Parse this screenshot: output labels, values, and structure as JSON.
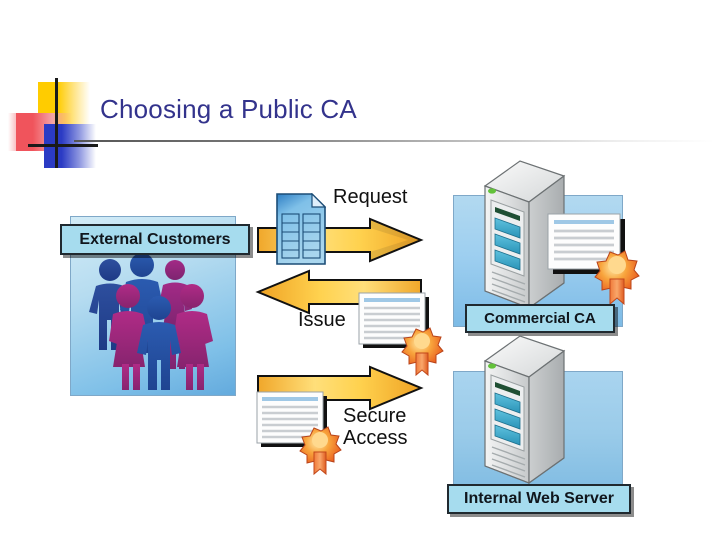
{
  "slide": {
    "title": "Choosing a Public CA",
    "background_color": "#ffffff",
    "title_color": "#33338c"
  },
  "logo": {
    "name": "decorative-logo",
    "colors": {
      "yellow": "#ffcc00",
      "red": "#f0545c",
      "blue": "#2b3bc4",
      "lines": "#1a1a1a"
    }
  },
  "diagram": {
    "nodes": [
      {
        "id": "external-customers",
        "label": "External Customers",
        "icon": "people-group-icon",
        "panel_color": "#b6dcf0",
        "plate_color": "#a6dcee"
      },
      {
        "id": "commercial-ca",
        "label": "Commercial CA",
        "icon": "server-tower-icon",
        "panel_color": "#9ecff0",
        "plate_color": "#a6dcee",
        "has_certificate": true
      },
      {
        "id": "internal-web-server",
        "label": "Internal Web Server",
        "icon": "server-tower-icon",
        "panel_color": "#9acbe9",
        "plate_color": "#a6dcee",
        "has_certificate": false
      }
    ],
    "flows": [
      {
        "id": "request",
        "label": "Request",
        "direction": "right",
        "from": "external-customers",
        "to": "commercial-ca",
        "icon": "blue-document-icon",
        "arrow_color": "#f6c324"
      },
      {
        "id": "issue",
        "label": "Issue",
        "direction": "left",
        "from": "commercial-ca",
        "to": "external-customers",
        "icon": "certificate-icon",
        "arrow_color": "#f6c324"
      },
      {
        "id": "secure-access",
        "label_line1": "Secure",
        "label_line2": "Access",
        "direction": "right",
        "from": "external-customers",
        "to": "internal-web-server",
        "icon": "certificate-icon",
        "arrow_color": "#f6c324"
      }
    ],
    "certificate_seal_color": "#f4762a",
    "document_icon_color": "#3f8fd0"
  }
}
